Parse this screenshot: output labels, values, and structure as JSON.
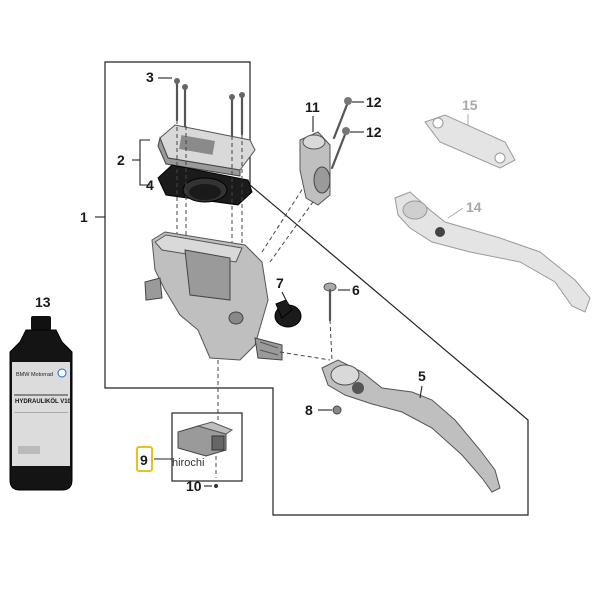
{
  "callouts": {
    "c1": "1",
    "c2": "2",
    "c3": "3",
    "c4": "4",
    "c5": "5",
    "c6": "6",
    "c7": "7",
    "c8": "8",
    "c9": "9",
    "c10": "10",
    "c11": "11",
    "c12a": "12",
    "c12b": "12",
    "c13": "13",
    "c14": "14",
    "c15": "15"
  },
  "bottle": {
    "brand": "BMW Motorrad",
    "product": "HYDRAULIKÖL V10"
  },
  "watermark": "hirochi",
  "colors": {
    "highlight": "#e8c31a",
    "line": "#222222",
    "metal": "#bfbfbf",
    "ghost": "#a8a8a8"
  }
}
